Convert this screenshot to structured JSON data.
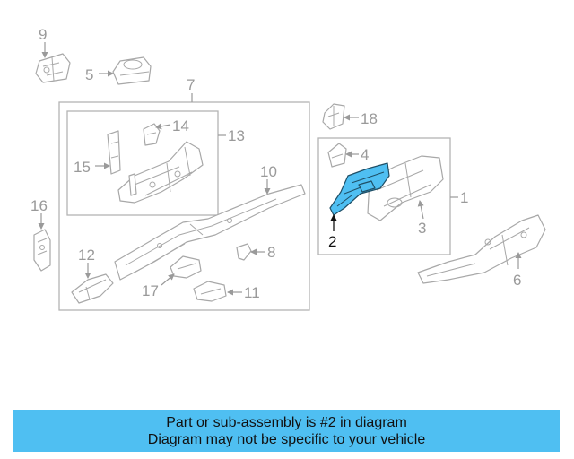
{
  "diagram": {
    "highlight_color": "#4fbff2",
    "callouts": {
      "c1": "1",
      "c2": "2",
      "c3": "3",
      "c4": "4",
      "c5": "5",
      "c6": "6",
      "c7": "7",
      "c8": "8",
      "c9": "9",
      "c10": "10",
      "c11": "11",
      "c12": "12",
      "c13": "13",
      "c14": "14",
      "c15": "15",
      "c16": "16",
      "c17": "17",
      "c18": "18"
    }
  },
  "banner": {
    "line1": "Part or sub-assembly is #2 in diagram",
    "line2": "Diagram may not be specific to your vehicle",
    "background": "#4fbff2"
  }
}
